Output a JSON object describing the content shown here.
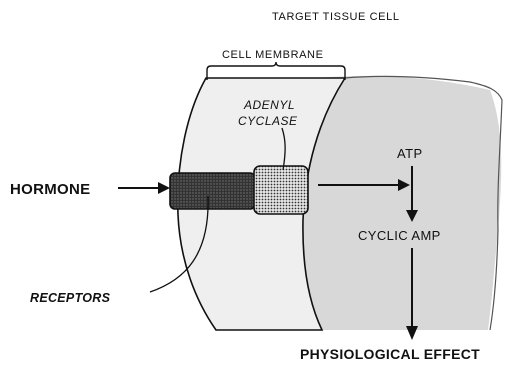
{
  "diagram": {
    "title": "TARGET TISSUE CELL",
    "membrane_label": "CELL MEMBRANE",
    "enzyme_label_line1": "ADENYL",
    "enzyme_label_line2": "CYCLASE",
    "hormone_label": "HORMONE",
    "receptors_label": "RECEPTORS",
    "atp_label": "ATP",
    "cyclic_amp_label": "CYCLIC AMP",
    "effect_label": "PHYSIOLOGICAL EFFECT"
  },
  "colors": {
    "ink": "#111111",
    "cell_fill": "#dcdcdc",
    "membrane_fill": "#ececec",
    "receptor_fill": "#2a2a2a",
    "enzyme_fill": "#9a9a9a"
  }
}
